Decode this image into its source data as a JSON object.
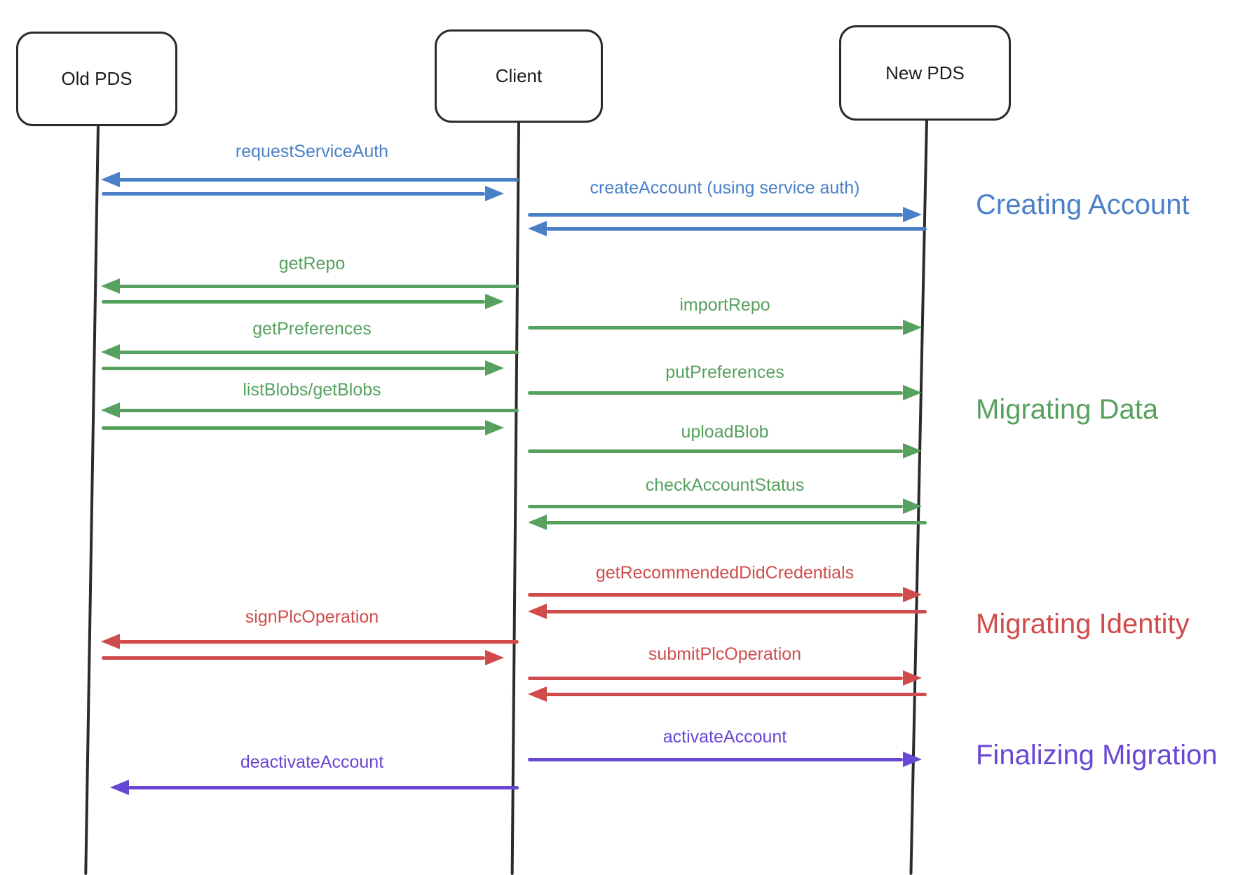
{
  "diagram_type": "sequence-diagram",
  "colors": {
    "creating_account": "#4a80c8",
    "migrating_data": "#57a15e",
    "migrating_identity": "#d04c4c",
    "finalizing_migration": "#6847d5",
    "lines": "#2b2b2b"
  },
  "actors": [
    {
      "id": "old-pds",
      "name": "Old PDS"
    },
    {
      "id": "client",
      "name": "Client"
    },
    {
      "id": "new-pds",
      "name": "New PDS"
    }
  ],
  "sections": [
    {
      "label": "Creating Account",
      "color": "#4a80c8"
    },
    {
      "label": "Migrating Data",
      "color": "#57a15e"
    },
    {
      "label": "Migrating Identity",
      "color": "#d04c4c"
    },
    {
      "label": "Finalizing Migration",
      "color": "#6847d5"
    }
  ],
  "messages": [
    {
      "label": "requestServiceAuth",
      "from": "Client",
      "to": "Old PDS",
      "has_return": true,
      "section": "Creating Account",
      "color": "#4a80c8"
    },
    {
      "label": "createAccount (using service auth)",
      "from": "Client",
      "to": "New PDS",
      "has_return": true,
      "section": "Creating Account",
      "color": "#4a80c8"
    },
    {
      "label": "getRepo",
      "from": "Client",
      "to": "Old PDS",
      "has_return": true,
      "section": "Migrating Data",
      "color": "#57a15e"
    },
    {
      "label": "importRepo",
      "from": "Client",
      "to": "New PDS",
      "has_return": false,
      "section": "Migrating Data",
      "color": "#57a15e"
    },
    {
      "label": "getPreferences",
      "from": "Client",
      "to": "Old PDS",
      "has_return": true,
      "section": "Migrating Data",
      "color": "#57a15e"
    },
    {
      "label": "putPreferences",
      "from": "Client",
      "to": "New PDS",
      "has_return": false,
      "section": "Migrating Data",
      "color": "#57a15e"
    },
    {
      "label": "listBlobs/getBlobs",
      "from": "Client",
      "to": "Old PDS",
      "has_return": true,
      "section": "Migrating Data",
      "color": "#57a15e"
    },
    {
      "label": "uploadBlob",
      "from": "Client",
      "to": "New PDS",
      "has_return": false,
      "section": "Migrating Data",
      "color": "#57a15e"
    },
    {
      "label": "checkAccountStatus",
      "from": "Client",
      "to": "New PDS",
      "has_return": true,
      "section": "Migrating Data",
      "color": "#57a15e"
    },
    {
      "label": "getRecommendedDidCredentials",
      "from": "Client",
      "to": "New PDS",
      "has_return": true,
      "section": "Migrating Identity",
      "color": "#d04c4c"
    },
    {
      "label": "signPlcOperation",
      "from": "Client",
      "to": "Old PDS",
      "has_return": true,
      "section": "Migrating Identity",
      "color": "#d04c4c"
    },
    {
      "label": "submitPlcOperation",
      "from": "Client",
      "to": "New PDS",
      "has_return": true,
      "section": "Migrating Identity",
      "color": "#d04c4c"
    },
    {
      "label": "activateAccount",
      "from": "Client",
      "to": "New PDS",
      "has_return": false,
      "section": "Finalizing Migration",
      "color": "#6847d5"
    },
    {
      "label": "deactivateAccount",
      "from": "Client",
      "to": "Old PDS",
      "has_return": false,
      "section": "Finalizing Migration",
      "color": "#6847d5"
    }
  ]
}
